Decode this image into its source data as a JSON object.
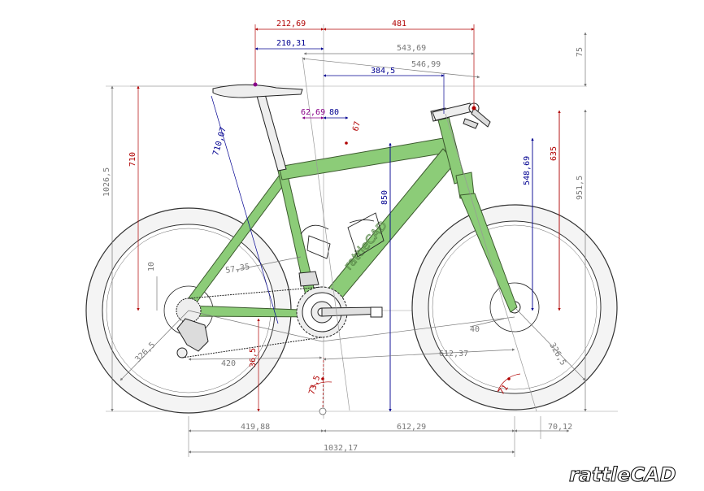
{
  "brand": {
    "logo_text": "rattleCAD",
    "frame_text": "rattleCAD"
  },
  "colors": {
    "frame": "#8ccc78",
    "frame_stroke": "#3c5a2e",
    "tire": "#f4f4f4",
    "red": "#b00000",
    "blue": "#000090",
    "purple": "#880088",
    "grey": "#777777",
    "dark": "#222222"
  },
  "dimensions": {
    "d_212_69": "212,69",
    "d_481": "481",
    "d_210_31": "210,31",
    "d_543_69": "543,69",
    "d_546_99": "546,99",
    "d_75": "75",
    "d_384_5": "384,5",
    "d_62_69": "62,69",
    "d_80": "80",
    "d_67": "67",
    "d_710": "710",
    "d_710_07": "710,07",
    "d_1026_5": "1026,5",
    "d_850": "850",
    "d_548_69": "548,69",
    "d_635": "635",
    "d_951_5": "951,5",
    "d_10": "10",
    "d_57_35": "57,35",
    "d_40": "40",
    "d_326_5_left": "326,5",
    "d_420": "420",
    "d_36_5": "36,5",
    "d_612_37": "612,37",
    "d_326_5_right": "326,5",
    "d_73_5": "73,5",
    "d_71": "71",
    "d_419_88": "419,88",
    "d_612_29": "612,29",
    "d_70_12": "70,12",
    "d_1032_17": "1032,17"
  }
}
